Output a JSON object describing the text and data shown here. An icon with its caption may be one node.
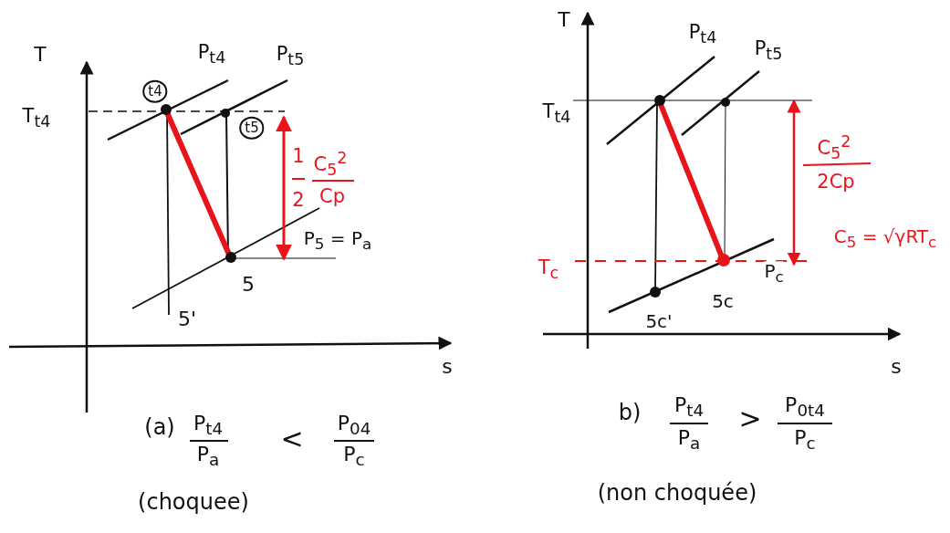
{
  "diagram": {
    "labels": [
      "T",
      "P$_{t4}$",
      "P$_{t5}$",
      "t4",
      "T$_{t4}$",
      "t5",
      "1",
      "2",
      "C$_{5}$$^{2}$",
      "Cp",
      "P$_{5}$ = P$_{a}$",
      "5",
      "5'",
      "s",
      "(a)",
      "P$_{t4}$",
      "P$_{a}$",
      "<",
      "P$_{04}$",
      "P$_{c}$",
      "(choquee)",
      "T",
      "P$_{t4}$",
      "P$_{t5}$",
      "T$_{t4}$",
      "C$_{5}$$^{2}$",
      "2Cp",
      "C$_{5}$ = √γRT$_{c}$",
      "T$_{c}$",
      "P$_{c}$",
      "5c",
      "5c'",
      "s",
      "b)",
      "P$_{t4}$",
      "P$_{a}$",
      ">",
      "P$_{0t4}$",
      "P$_{c}$",
      "(non choquée)"
    ]
  }
}
